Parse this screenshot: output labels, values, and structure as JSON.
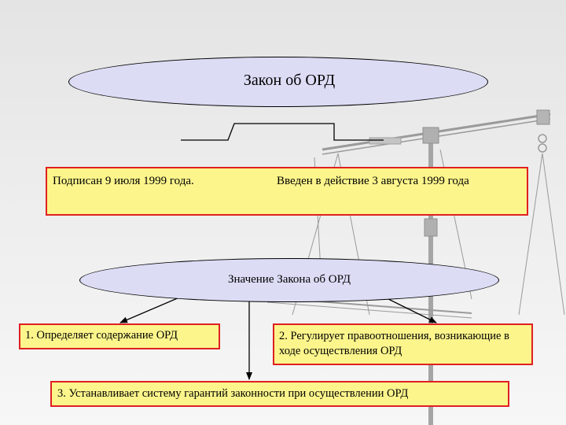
{
  "diagram": {
    "law_title": "Закон об ОРД",
    "dates": {
      "signed": "Подписан  9 июля 1999 года.",
      "effective": "Введен в действие 3 августа 1999 года"
    },
    "meaning_title": "Значение Закона об ОРД",
    "items": [
      "1. Определяет содержание ОРД",
      "2. Регулирует правоотношения, возникающие в ходе осуществления ОРД",
      "3. Устанавливает систему гарантий законности при  осуществлении ОРД"
    ]
  },
  "colors": {
    "ellipse_fill": "#dcdcf5",
    "box_fill": "#fcf58c",
    "box_border": "#e02020",
    "background": "#ebebeb"
  }
}
